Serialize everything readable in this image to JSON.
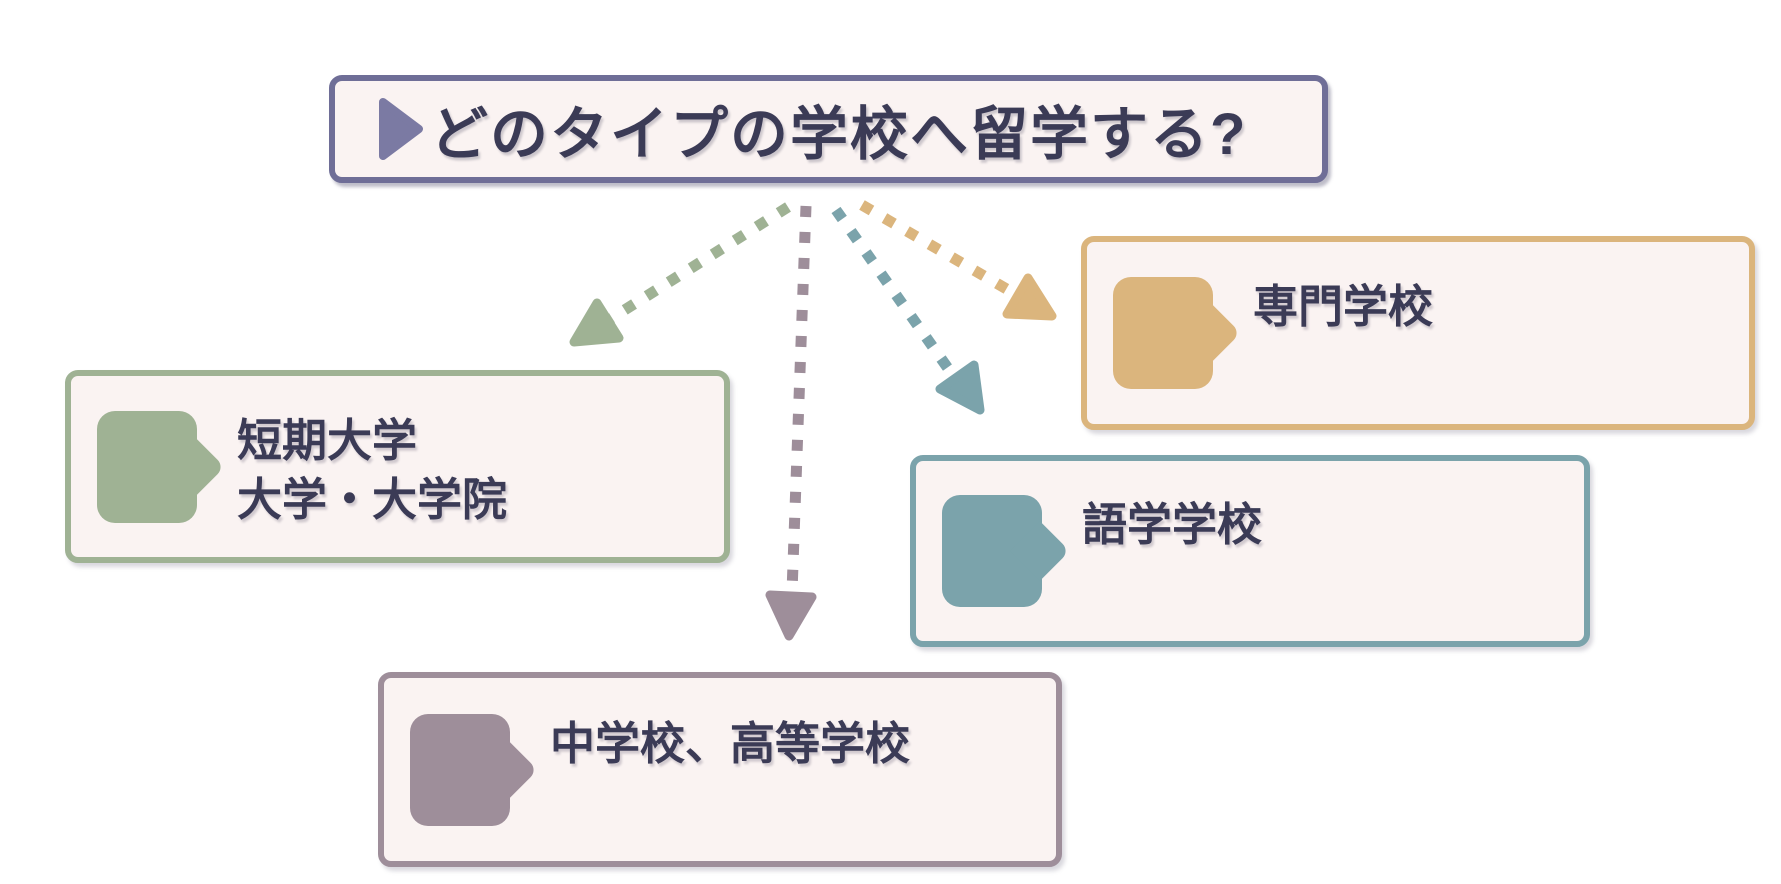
{
  "title": {
    "text": "どのタイプの学校へ留学する?",
    "icon": "play-triangle-icon"
  },
  "cards": [
    {
      "id": "junior-college-university",
      "lines": [
        "短期大学",
        "大学・大学院"
      ],
      "color": "#9FB294"
    },
    {
      "id": "vocational-school",
      "lines": [
        "専門学校"
      ],
      "color": "#DBB57D"
    },
    {
      "id": "language-school",
      "lines": [
        "語学学校"
      ],
      "color": "#7BA3AB"
    },
    {
      "id": "middle-high-school",
      "lines": [
        "中学校、高等学校"
      ],
      "color": "#9E8E9A"
    }
  ],
  "colors": {
    "title_border": "#6F6E97",
    "title_triangle": "#7B7AA3",
    "card_background": "#FAF3F2",
    "text": "#3B3B56",
    "page_background": "#FFFFFF"
  }
}
